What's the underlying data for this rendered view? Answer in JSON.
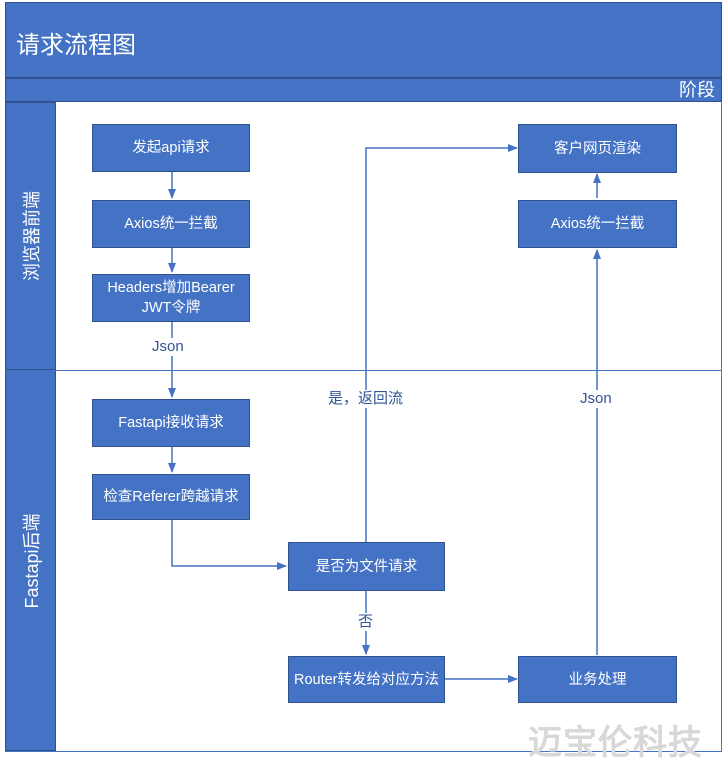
{
  "title": "请求流程图",
  "phase_label": "阶段",
  "lanes": {
    "frontend": "浏览器前端",
    "backend": "Fastapi后端"
  },
  "nodes": {
    "start_request": "发起api请求",
    "axios_intercept_1": "Axios统一拦截",
    "add_bearer": "Headers增加Bearer JWT令牌",
    "render_page": "客户网页渲染",
    "axios_intercept_2": "Axios统一拦截",
    "fastapi_receive": "Fastapi接收请求",
    "check_referer": "检查Referer跨越请求",
    "is_file_request": "是否为文件请求",
    "router_dispatch": "Router转发给对应方法",
    "business_process": "业务处理"
  },
  "edge_labels": {
    "json_left": "Json",
    "yes_return_stream": "是，返回流",
    "json_right": "Json",
    "no": "否"
  },
  "watermark": "迈宝伦科技"
}
